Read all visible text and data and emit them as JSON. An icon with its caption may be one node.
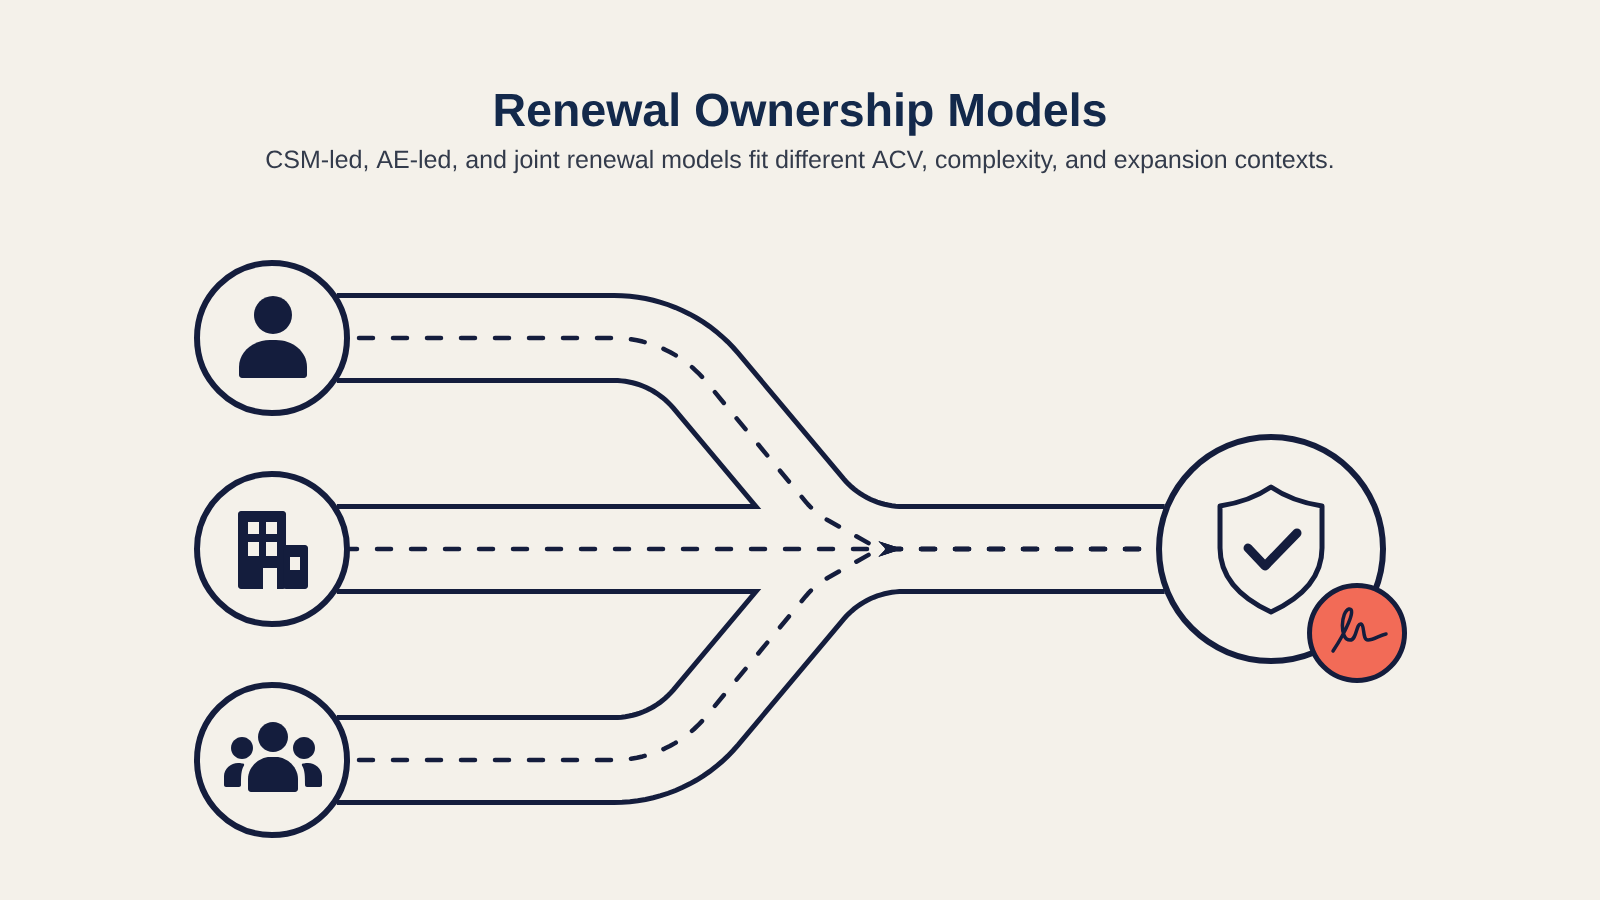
{
  "diagram": {
    "title": "Renewal Ownership Models",
    "caption": "CSM-led, AE-led, and joint renewal models fit different ACV, complexity, and expansion contexts.",
    "nodes": [
      {
        "text": [],
        "shape": "circle"
      },
      {
        "text": [],
        "shape": "circle"
      },
      {
        "text": [],
        "shape": "circle"
      },
      {
        "text": [],
        "shape": "circle"
      }
    ],
    "edges": [
      {
        "from": 0,
        "to": 3,
        "arrow": "to",
        "style": "dashed"
      },
      {
        "from": 1,
        "to": 3,
        "arrow": "to",
        "style": "dashed"
      },
      {
        "from": 2,
        "to": 3,
        "arrow": "to",
        "style": "dashed"
      }
    ]
  }
}
